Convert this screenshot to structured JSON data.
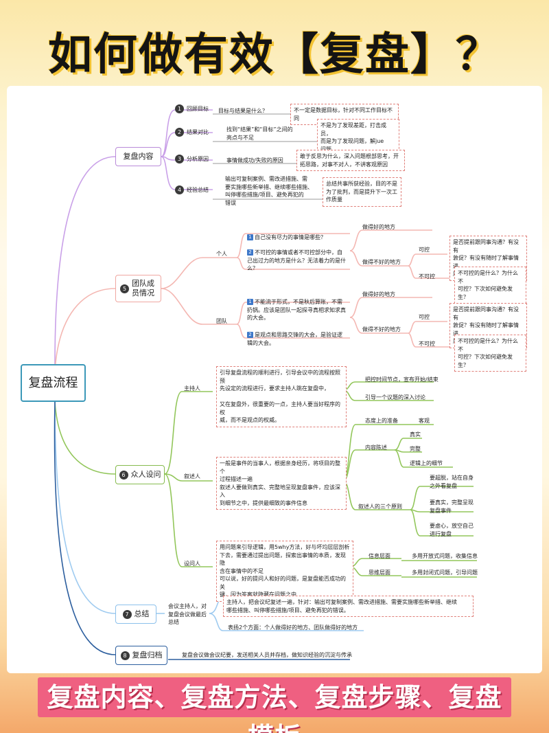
{
  "title": "如何做有效【复盘】？",
  "footer": "复盘内容、复盘方法、复盘步骤、复盘模板",
  "root": "复盘流程",
  "s1": {
    "label": "复盘内容",
    "items": [
      {
        "num": "1",
        "label": "回顾目标",
        "detail": "目标与结果是什么？",
        "note": "不一定是数据目标，针对不同工作目标不同"
      },
      {
        "num": "2",
        "label": "结果对比",
        "detail": "找到“结果”和“目标”之间的\n亮点与不足",
        "note": "不是为了发现差距，打击成员，\n而是为了发现问题，解jue\n问题"
      },
      {
        "num": "3",
        "label": "分析原因",
        "detail": "事情做成功/失败的原因",
        "note": "敢于反思为什么，深入问题根部思考，开\n拓思路，对事不对人，不讲客观原因"
      },
      {
        "num": "4",
        "label": "经验总结",
        "detail": "输出可复制案例、需改进措施、需\n要实施哪些新举措、继续哪些措施、\n叫停哪些措施/项目、避免再犯的\n错误",
        "note": "总结共事所获经验，目的不是\n为了批判，而是提升下一次工\n作质量"
      }
    ]
  },
  "s5": {
    "num": "5",
    "label": "团队成\n员情况",
    "individual": {
      "label": "个人",
      "q1": "自己没有尽力的事情是哪些？",
      "q2": "不可控的事情或者不可控部分中，自\n己出过力的地方是什么？无法着力的是什\n么？",
      "good": "做得好的地方",
      "bad": "做得不好的地方",
      "ctrl": "可控",
      "nctrl": "不可控",
      "ctrl_note": "是否提前跟同事沟通？有没有\n敦促？有没有随时了解事情进\n展？是否参与支持？",
      "nctrl_note": "不可控的是什么？为什么不\n可控？下次如何避免发生？"
    },
    "team": {
      "label": "团队",
      "q1": "不能流于形式，不是秋后算账，不需\n扔锅。应该是团队一起探寻真相求知求真\n的大会。",
      "q2": "是观点和思路交锋的大会，是验证逻\n辑的大会。",
      "good": "做得好的地方",
      "bad": "做得不好的地方",
      "ctrl": "可控",
      "nctrl": "不可控",
      "ctrl_note": "是否提前跟同事沟通？有没有\n敦促？有没有随时了解事情进\n展？是否参与支持？",
      "nctrl_note": "不可控的是什么？为什么不\n可控？下次如何避免发生？"
    }
  },
  "s6": {
    "num": "6",
    "label": "众人设问",
    "host": {
      "label": "主持人",
      "text": "引导复盘流程的顺利进行，引导会议中的流程按照预\n先设定的流程进行，要求主持人跳在复盘中，\n\n又在复盘外，很重要的一点，主持人要当好程序的权\n威，而不是观点的权威。",
      "b1": "把控时间节点，宣布开始/结束",
      "b2": "引导一个议题的深入讨论"
    },
    "narrator": {
      "label": "叙述人",
      "text": "一般是事件的当事人，根据亲身经历，将项目的整个\n过程描述一遍\n叙述人要做到真实、完整地呈现复盘事件，应该深入\n到细节之中，提供最细致的事件信息",
      "attitude": "态度上的准备",
      "objective": "客观",
      "content": "内容陈述",
      "c1": "真实",
      "c2": "完整",
      "c3": "逻辑上的细节",
      "three": "叙述人的三个原则",
      "p1": "要超脱，站在自身\n之外看复盘",
      "p2": "要真实，完整呈现\n复盘事件",
      "p3": "要虚心，放空自己\n进行复盘"
    },
    "asker": {
      "label": "设问人",
      "text": "用问题来引导逻辑，用5why方法，好与坏均层层剖析\n下去，需要通过提出问题，探索出事情的本质，发现隐\n含在事情中的不足\n可以说，好的提问人和好的问题，是复盘能否成功的关\n键，因为答案就隐藏在问题之中",
      "info": "信息层面",
      "think": "思维层面",
      "info_d": "多用开放式问题，收集信息",
      "think_d": "多用封闭式问题，引导问题"
    }
  },
  "s7": {
    "num": "7",
    "label": "总结",
    "left": "会议主持人，对\n复盘会议做最后\n总结",
    "text": "主持人，把会议纪复述一遍，针对：输出可复制案例、需改进措施、需要实施哪些新举措、继续\n哪些措施、叫停哪些措施/项目、避免再犯的错误。",
    "sub": "表扬2个方面：个人做得好的地方、团队做得好的地方"
  },
  "s8": {
    "num": "8",
    "label": "复盘归档",
    "text": "复盘会议做会议纪要，发送相关人员并存档，做知识经验的沉淀与传承"
  }
}
